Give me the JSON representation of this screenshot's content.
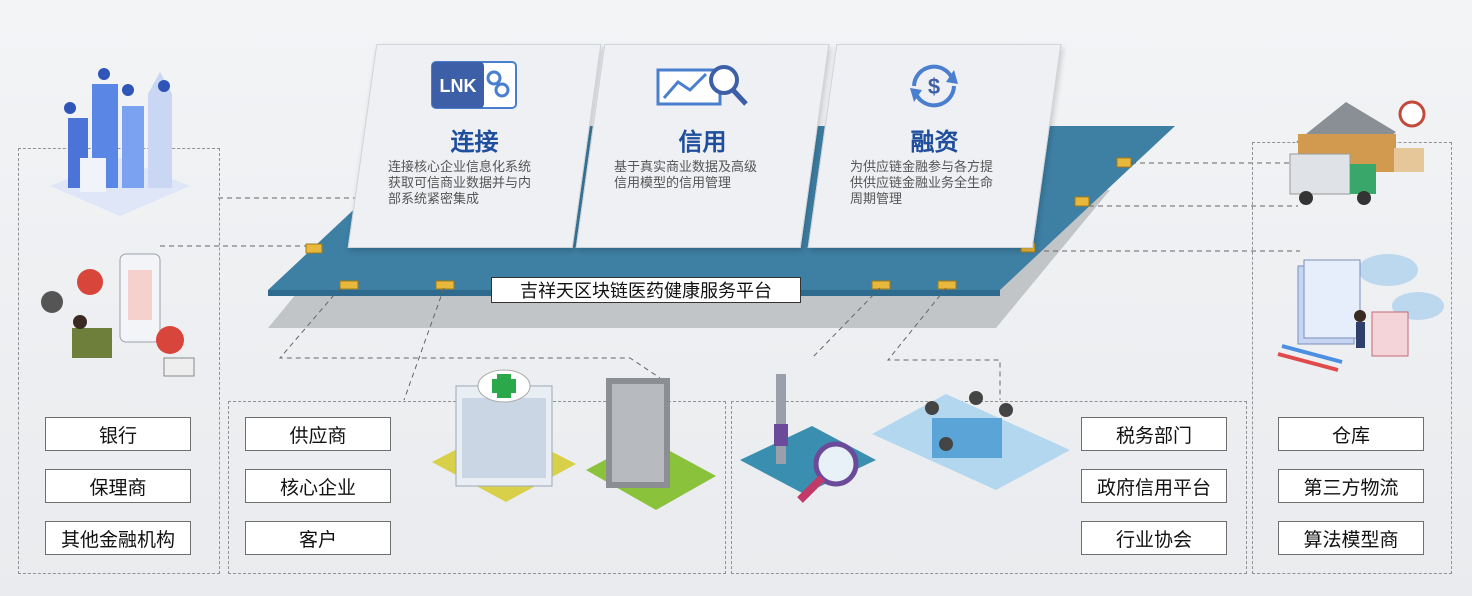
{
  "platform": {
    "label": "吉祥天区块链医药健康服务平台"
  },
  "cards": [
    {
      "title": "连接",
      "icon": "lnk-link-icon",
      "icon_text": "LNK",
      "desc": "连接核心企业信息化系统\n获取可信商业数据并与内部系统紧密集成"
    },
    {
      "title": "信用",
      "icon": "credit-search-icon",
      "desc": "基于真实商业数据及高级信用模型的信用管理"
    },
    {
      "title": "融资",
      "icon": "finance-cycle-icon",
      "icon_text": "$",
      "desc": "为供应链金融参与各方提供供应链金融业务全生命周期管理"
    }
  ],
  "groups": {
    "finance": {
      "items": [
        "银行",
        "保理商",
        "其他金融机构"
      ]
    },
    "enterprise": {
      "items": [
        "供应商",
        "核心企业",
        "客户"
      ]
    },
    "government": {
      "items": [
        "税务部门",
        "政府信用平台",
        "行业协会"
      ]
    },
    "logistics": {
      "items": [
        "仓库",
        "第三方物流",
        "算法模型商"
      ]
    }
  },
  "colors": {
    "platform_top": "#3e7fa4",
    "platform_shadow": "#c2c5c8",
    "card_title": "#1f4e9c",
    "accent_blue": "#4a7fd0",
    "gold": "#e8b83c"
  }
}
